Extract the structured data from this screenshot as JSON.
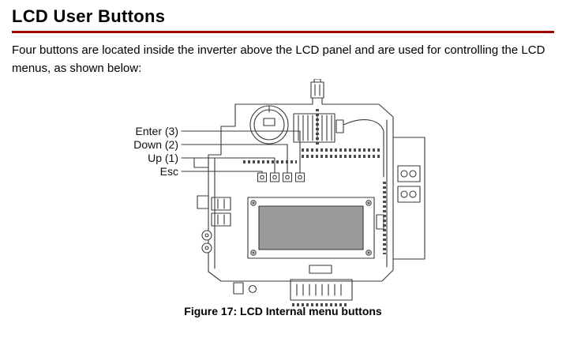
{
  "page": {
    "title": "LCD User Buttons",
    "body": "Four buttons are located inside the inverter above the LCD panel and are used for controlling the LCD menus, as shown below:",
    "rule_color": "#a00000",
    "caption": "Figure 17: LCD Internal menu buttons"
  },
  "figure": {
    "labels": [
      {
        "id": "enter",
        "text": "Enter (3)"
      },
      {
        "id": "down",
        "text": "Down (2)"
      },
      {
        "id": "up",
        "text": "Up (1)"
      },
      {
        "id": "esc",
        "text": "Esc"
      }
    ]
  }
}
